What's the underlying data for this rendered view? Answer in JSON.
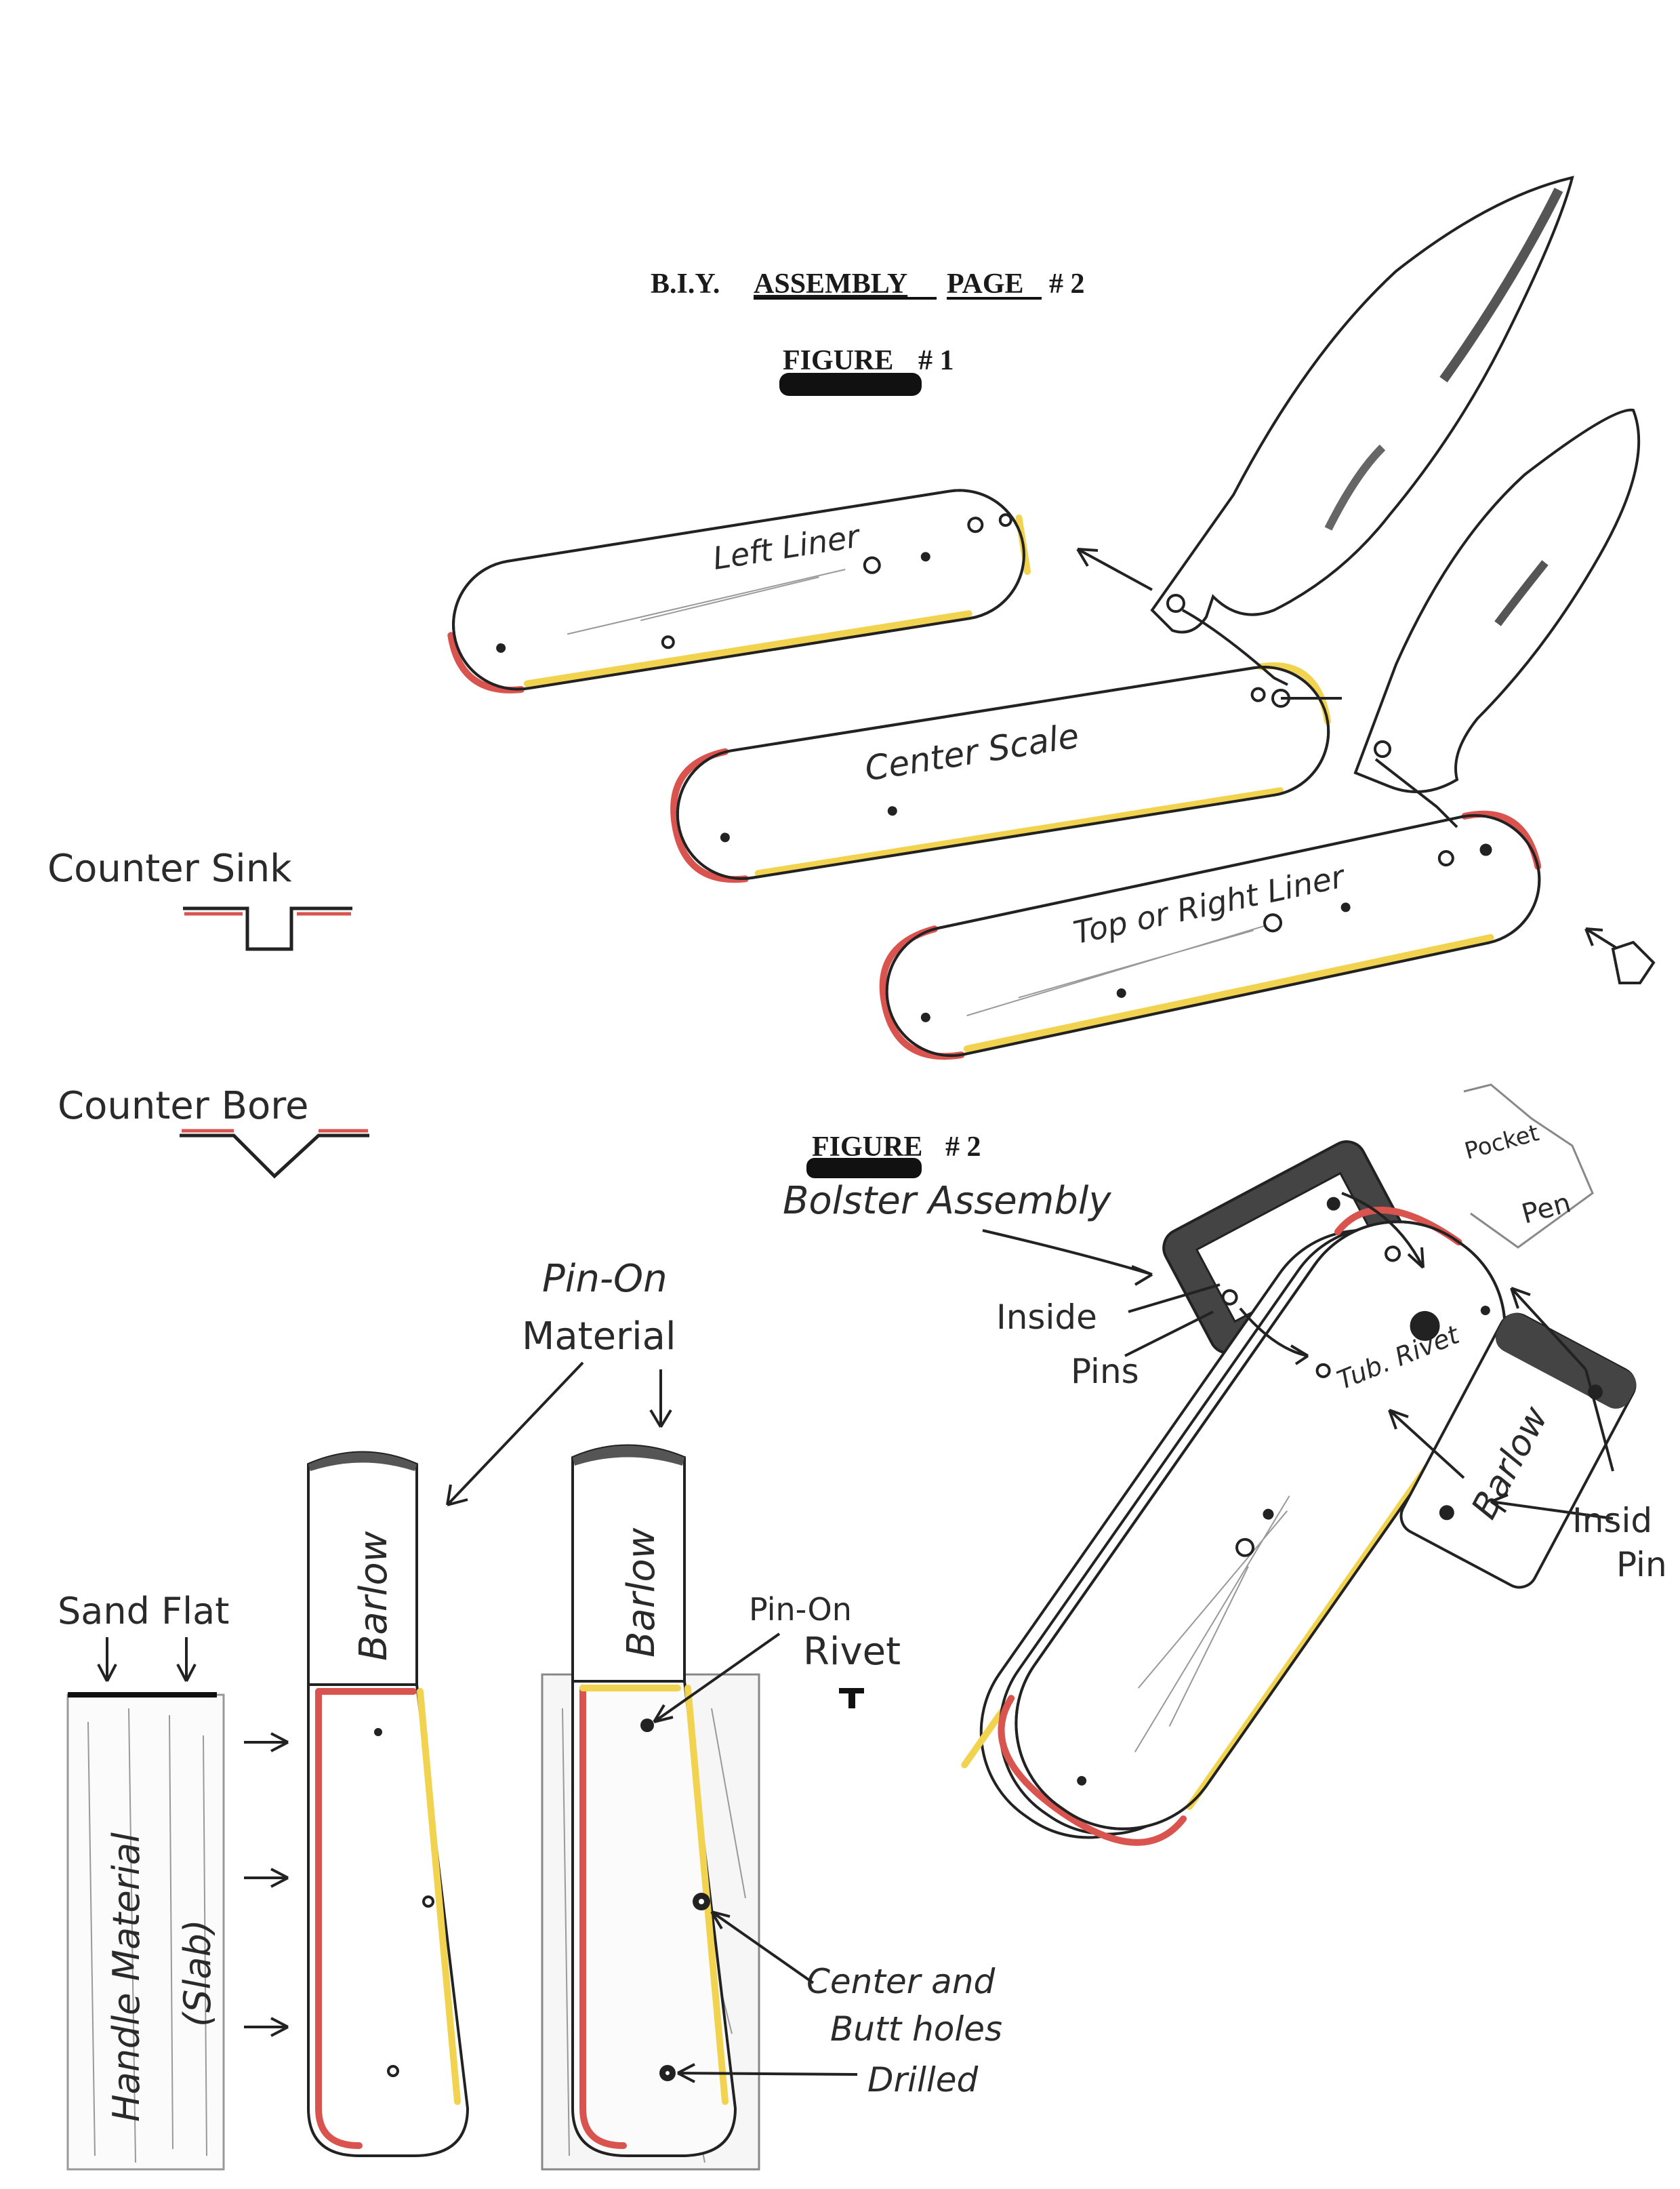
{
  "header": {
    "title_prefix": "B.I.Y.",
    "title_word1": "ASSEMBLY",
    "title_word2": "PAGE",
    "title_suffix": "# 2"
  },
  "figure1": {
    "label": "FIGURE",
    "number": "# 1",
    "parts": {
      "left_liner": "Left Liner",
      "center_scale": "Center Scale",
      "right_liner": "Top or Right Liner"
    }
  },
  "legend": {
    "counter_sink": "Counter Sink",
    "counter_bore": "Counter Bore"
  },
  "figure2": {
    "label": "FIGURE",
    "number": "# 2",
    "bolster_assembly": "Bolster Assembly",
    "inside_pins_left": [
      "Inside",
      "Pins"
    ],
    "inside_pins_right": [
      "Insid",
      "Pin"
    ],
    "pocket": "Pocket",
    "pen": "Pen",
    "tub_rivet": "Tub. Rivet",
    "bolster_brand": "Barlow"
  },
  "figure3": {
    "pin_on_material": [
      "Pin-On",
      "Material"
    ],
    "sand_flat": "Sand Flat",
    "handle_material": "Handle Material",
    "slab": "(Slab)",
    "bolster_brand_a": "Barlow",
    "bolster_brand_b": "Barlow",
    "pin_on_rivet": [
      "Pin-On",
      "Rivet"
    ],
    "holes_note": [
      "Center and",
      "Butt holes",
      "Drilled"
    ]
  },
  "colors": {
    "ink": "#222222",
    "edge_red": "#d9534f",
    "edge_yellow": "#f2d34f",
    "highlight_black": "#111111"
  }
}
